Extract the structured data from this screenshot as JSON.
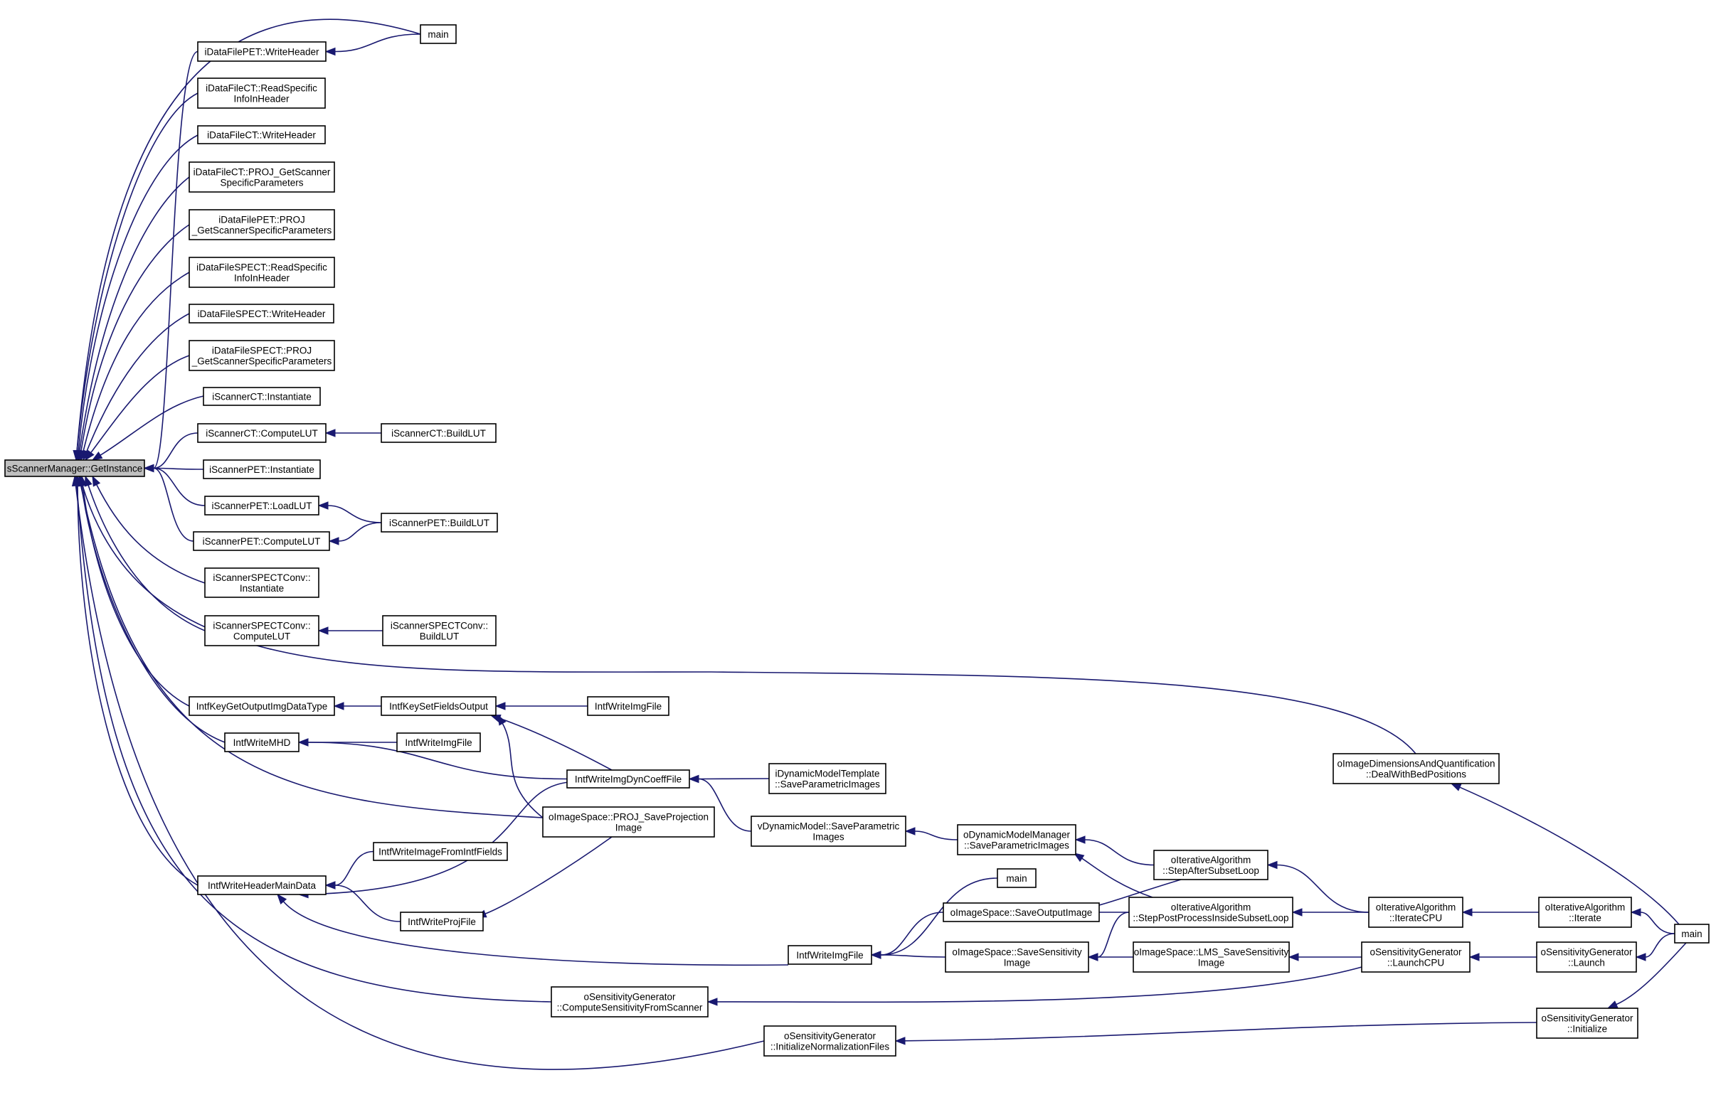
{
  "graph": {
    "nodes": [
      {
        "id": "root",
        "lines": [
          "sScannerManager::GetInstance"
        ],
        "focus": true
      },
      {
        "id": "wh_pet",
        "lines": [
          "iDataFilePET::WriteHeader"
        ]
      },
      {
        "id": "main_top",
        "lines": [
          "main"
        ]
      },
      {
        "id": "rs_ct",
        "lines": [
          "iDataFileCT::ReadSpecific",
          "InfoInHeader"
        ]
      },
      {
        "id": "wh_ct",
        "lines": [
          "iDataFileCT::WriteHeader"
        ]
      },
      {
        "id": "proj_ct",
        "lines": [
          "iDataFileCT::PROJ_GetScanner",
          "SpecificParameters"
        ]
      },
      {
        "id": "proj_pet",
        "lines": [
          "iDataFilePET::PROJ",
          "_GetScannerSpecificParameters"
        ]
      },
      {
        "id": "rs_spect",
        "lines": [
          "iDataFileSPECT::ReadSpecific",
          "InfoInHeader"
        ]
      },
      {
        "id": "wh_spect",
        "lines": [
          "iDataFileSPECT::WriteHeader"
        ]
      },
      {
        "id": "proj_spect",
        "lines": [
          "iDataFileSPECT::PROJ",
          "_GetScannerSpecificParameters"
        ]
      },
      {
        "id": "ct_inst",
        "lines": [
          "iScannerCT::Instantiate"
        ]
      },
      {
        "id": "ct_clut",
        "lines": [
          "iScannerCT::ComputeLUT"
        ]
      },
      {
        "id": "ct_blut",
        "lines": [
          "iScannerCT::BuildLUT"
        ]
      },
      {
        "id": "pet_inst",
        "lines": [
          "iScannerPET::Instantiate"
        ]
      },
      {
        "id": "pet_load",
        "lines": [
          "iScannerPET::LoadLUT"
        ]
      },
      {
        "id": "pet_clut",
        "lines": [
          "iScannerPET::ComputeLUT"
        ]
      },
      {
        "id": "pet_blut",
        "lines": [
          "iScannerPET::BuildLUT"
        ]
      },
      {
        "id": "sp_inst",
        "lines": [
          "iScannerSPECTConv::",
          "Instantiate"
        ]
      },
      {
        "id": "sp_clut",
        "lines": [
          "iScannerSPECTConv::",
          "ComputeLUT"
        ]
      },
      {
        "id": "sp_blut",
        "lines": [
          "iScannerSPECTConv::",
          "BuildLUT"
        ]
      },
      {
        "id": "key_img",
        "lines": [
          "IntfKeyGetOutputImgDataType"
        ]
      },
      {
        "id": "key_set",
        "lines": [
          "IntfKeySetFieldsOutput"
        ]
      },
      {
        "id": "wif1",
        "lines": [
          "IntfWriteImgFile"
        ]
      },
      {
        "id": "mhd",
        "lines": [
          "IntfWriteMHD"
        ]
      },
      {
        "id": "wif2",
        "lines": [
          "IntfWriteImgFile"
        ]
      },
      {
        "id": "dyn",
        "lines": [
          "IntfWriteImgDynCoeffFile"
        ]
      },
      {
        "id": "idmt",
        "lines": [
          "iDynamicModelTemplate",
          "::SaveParametricImages"
        ]
      },
      {
        "id": "sproj",
        "lines": [
          "oImageSpace::PROJ_SaveProjection",
          "Image"
        ]
      },
      {
        "id": "vdm",
        "lines": [
          "vDynamicModel::SaveParametric",
          "Images"
        ]
      },
      {
        "id": "odmm",
        "lines": [
          "oDynamicModelManager",
          "::SaveParametricImages"
        ]
      },
      {
        "id": "wiff",
        "lines": [
          "IntfWriteImageFromIntfFields"
        ]
      },
      {
        "id": "hdr",
        "lines": [
          "IntfWriteHeaderMainData"
        ]
      },
      {
        "id": "wpf",
        "lines": [
          "IntfWriteProjFile"
        ]
      },
      {
        "id": "main_mid",
        "lines": [
          "main"
        ]
      },
      {
        "id": "soi",
        "lines": [
          "oImageSpace::SaveOutputImage"
        ]
      },
      {
        "id": "wif3",
        "lines": [
          "IntfWriteImgFile"
        ]
      },
      {
        "id": "ssi",
        "lines": [
          "oImageSpace::SaveSensitivity",
          "Image"
        ]
      },
      {
        "id": "sasl",
        "lines": [
          "oIterativeAlgorithm",
          "::StepAfterSubsetLoop"
        ]
      },
      {
        "id": "spps",
        "lines": [
          "oIterativeAlgorithm",
          "::StepPostProcessInsideSubsetLoop"
        ]
      },
      {
        "id": "lms",
        "lines": [
          "oImageSpace::LMS_SaveSensitivity",
          "Image"
        ]
      },
      {
        "id": "icpu",
        "lines": [
          "oIterativeAlgorithm",
          "::IterateCPU"
        ]
      },
      {
        "id": "iter",
        "lines": [
          "oIterativeAlgorithm",
          "::Iterate"
        ]
      },
      {
        "id": "lcpu",
        "lines": [
          "oSensitivityGenerator",
          "::LaunchCPU"
        ]
      },
      {
        "id": "launch",
        "lines": [
          "oSensitivityGenerator",
          "::Launch"
        ]
      },
      {
        "id": "csfs",
        "lines": [
          "oSensitivityGenerator",
          "::ComputeSensitivityFromScanner"
        ]
      },
      {
        "id": "inf",
        "lines": [
          "oSensitivityGenerator",
          "::InitializeNormalizationFiles"
        ]
      },
      {
        "id": "init",
        "lines": [
          "oSensitivityGenerator",
          "::Initialize"
        ]
      },
      {
        "id": "bed",
        "lines": [
          "oImageDimensionsAndQuantification",
          "::DealWithBedPositions"
        ]
      },
      {
        "id": "main_r",
        "lines": [
          "main"
        ]
      }
    ],
    "edges": [
      [
        "main_top",
        "wh_pet"
      ],
      [
        "wh_pet",
        "root"
      ],
      [
        "main_top",
        "root"
      ],
      [
        "rs_ct",
        "root"
      ],
      [
        "wh_ct",
        "root"
      ],
      [
        "proj_ct",
        "root"
      ],
      [
        "proj_pet",
        "root"
      ],
      [
        "rs_spect",
        "root"
      ],
      [
        "wh_spect",
        "root"
      ],
      [
        "proj_spect",
        "root"
      ],
      [
        "ct_inst",
        "root"
      ],
      [
        "ct_clut",
        "root"
      ],
      [
        "ct_blut",
        "ct_clut"
      ],
      [
        "pet_inst",
        "root"
      ],
      [
        "pet_load",
        "root"
      ],
      [
        "pet_clut",
        "root"
      ],
      [
        "pet_blut",
        "pet_load"
      ],
      [
        "pet_blut",
        "pet_clut"
      ],
      [
        "sp_inst",
        "root"
      ],
      [
        "sp_clut",
        "root"
      ],
      [
        "sp_blut",
        "sp_clut"
      ],
      [
        "bed",
        "root"
      ],
      [
        "key_img",
        "root"
      ],
      [
        "mhd",
        "root"
      ],
      [
        "sproj",
        "root"
      ],
      [
        "hdr",
        "root"
      ],
      [
        "csfs",
        "root"
      ],
      [
        "inf",
        "root"
      ],
      [
        "key_set",
        "key_img"
      ],
      [
        "wif1",
        "key_set"
      ],
      [
        "dyn",
        "key_set"
      ],
      [
        "sproj",
        "key_set"
      ],
      [
        "wif2",
        "mhd"
      ],
      [
        "dyn",
        "mhd"
      ],
      [
        "idmt",
        "dyn"
      ],
      [
        "vdm",
        "dyn"
      ],
      [
        "odmm",
        "vdm"
      ],
      [
        "sasl",
        "odmm"
      ],
      [
        "spps",
        "odmm"
      ],
      [
        "wiff",
        "hdr"
      ],
      [
        "wpf",
        "hdr"
      ],
      [
        "dyn",
        "hdr"
      ],
      [
        "wif3",
        "hdr"
      ],
      [
        "sproj",
        "wpf"
      ],
      [
        "main_mid",
        "wif3"
      ],
      [
        "soi",
        "wif3"
      ],
      [
        "ssi",
        "wif3"
      ],
      [
        "sasl",
        "soi"
      ],
      [
        "spps",
        "soi"
      ],
      [
        "spps",
        "ssi"
      ],
      [
        "lms",
        "ssi"
      ],
      [
        "icpu",
        "sasl"
      ],
      [
        "icpu",
        "spps"
      ],
      [
        "lcpu",
        "lms"
      ],
      [
        "iter",
        "icpu"
      ],
      [
        "launch",
        "lcpu"
      ],
      [
        "lcpu",
        "csfs"
      ],
      [
        "init",
        "inf"
      ],
      [
        "main_r",
        "iter"
      ],
      [
        "main_r",
        "launch"
      ],
      [
        "main_r",
        "init"
      ],
      [
        "main_r",
        "bed"
      ]
    ]
  },
  "colors": {
    "edge": "#191970",
    "node_border": "#000000",
    "focus_fill": "#bfbfbf",
    "node_fill": "#ffffff"
  }
}
